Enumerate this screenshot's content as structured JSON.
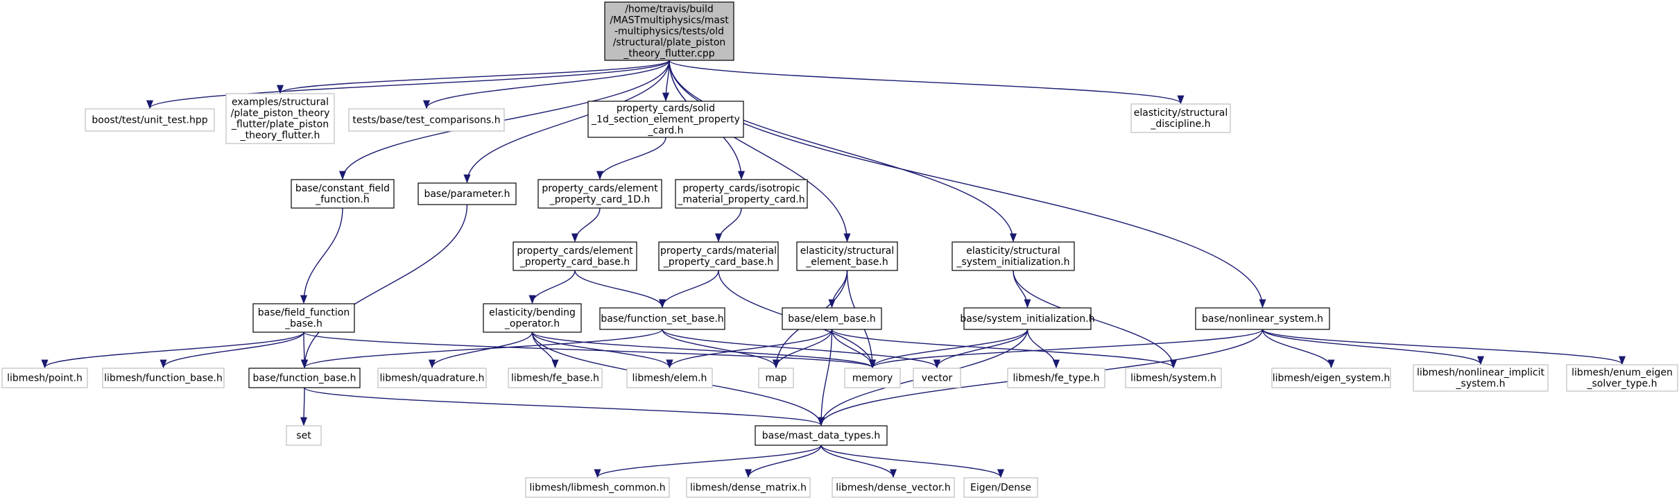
{
  "colors": {
    "edge": "#191970",
    "root_fill": "#bfbfbf",
    "box_border": "#000000",
    "leaf_border": "#bfbfbf",
    "text": "#000000",
    "background": "#ffffff"
  },
  "nodes": [
    {
      "id": "root",
      "kind": "root",
      "lines": [
        "/home/travis/build",
        "/MASTmultiphysics/mast",
        "-multiphysics/tests/old",
        "/structural/plate_piston",
        "_theory_flutter.cpp"
      ]
    },
    {
      "id": "boost_unit_test",
      "kind": "leaf",
      "lines": [
        "boost/test/unit_test.hpp"
      ]
    },
    {
      "id": "examples_plate",
      "kind": "leaf",
      "lines": [
        "examples/structural",
        "/plate_piston_theory",
        "_flutter/plate_piston",
        "_theory_flutter.h"
      ]
    },
    {
      "id": "test_comparisons",
      "kind": "leaf",
      "lines": [
        "tests/base/test_comparisons.h"
      ]
    },
    {
      "id": "solid_1d_section",
      "kind": "box",
      "lines": [
        "property_cards/solid",
        "_1d_section_element_property",
        "_card.h"
      ]
    },
    {
      "id": "structural_discipline",
      "kind": "leaf",
      "lines": [
        "elasticity/structural",
        "_discipline.h"
      ]
    },
    {
      "id": "constant_field_function",
      "kind": "box",
      "lines": [
        "base/constant_field",
        "_function.h"
      ]
    },
    {
      "id": "parameter",
      "kind": "box",
      "lines": [
        "base/parameter.h"
      ]
    },
    {
      "id": "element_property_card_1d",
      "kind": "box",
      "lines": [
        "property_cards/element",
        "_property_card_1D.h"
      ]
    },
    {
      "id": "isotropic_material",
      "kind": "box",
      "lines": [
        "property_cards/isotropic",
        "_material_property_card.h"
      ]
    },
    {
      "id": "element_property_card_base",
      "kind": "box",
      "lines": [
        "property_cards/element",
        "_property_card_base.h"
      ]
    },
    {
      "id": "material_property_card_base",
      "kind": "box",
      "lines": [
        "property_cards/material",
        "_property_card_base.h"
      ]
    },
    {
      "id": "structural_element_base",
      "kind": "box",
      "lines": [
        "elasticity/structural",
        "_element_base.h"
      ]
    },
    {
      "id": "structural_system_init",
      "kind": "box",
      "lines": [
        "elasticity/structural",
        "_system_initialization.h"
      ]
    },
    {
      "id": "field_function_base",
      "kind": "box",
      "lines": [
        "base/field_function",
        "_base.h"
      ]
    },
    {
      "id": "bending_operator",
      "kind": "box",
      "lines": [
        "elasticity/bending",
        "_operator.h"
      ]
    },
    {
      "id": "function_set_base",
      "kind": "box",
      "lines": [
        "base/function_set_base.h"
      ]
    },
    {
      "id": "elem_base",
      "kind": "box",
      "lines": [
        "base/elem_base.h"
      ]
    },
    {
      "id": "system_initialization",
      "kind": "box",
      "lines": [
        "base/system_initialization.h"
      ]
    },
    {
      "id": "nonlinear_system",
      "kind": "box",
      "lines": [
        "base/nonlinear_system.h"
      ]
    },
    {
      "id": "libmesh_point",
      "kind": "leaf",
      "lines": [
        "libmesh/point.h"
      ]
    },
    {
      "id": "libmesh_function_base",
      "kind": "leaf",
      "lines": [
        "libmesh/function_base.h"
      ]
    },
    {
      "id": "function_base",
      "kind": "box",
      "lines": [
        "base/function_base.h"
      ]
    },
    {
      "id": "libmesh_quadrature",
      "kind": "leaf",
      "lines": [
        "libmesh/quadrature.h"
      ]
    },
    {
      "id": "libmesh_fe_base",
      "kind": "leaf",
      "lines": [
        "libmesh/fe_base.h"
      ]
    },
    {
      "id": "libmesh_elem",
      "kind": "leaf",
      "lines": [
        "libmesh/elem.h"
      ]
    },
    {
      "id": "map",
      "kind": "leaf",
      "lines": [
        "map"
      ]
    },
    {
      "id": "memory",
      "kind": "leaf",
      "lines": [
        "memory"
      ]
    },
    {
      "id": "vector",
      "kind": "leaf",
      "lines": [
        "vector"
      ]
    },
    {
      "id": "libmesh_fe_type",
      "kind": "leaf",
      "lines": [
        "libmesh/fe_type.h"
      ]
    },
    {
      "id": "libmesh_system",
      "kind": "leaf",
      "lines": [
        "libmesh/system.h"
      ]
    },
    {
      "id": "libmesh_eigen_system",
      "kind": "leaf",
      "lines": [
        "libmesh/eigen_system.h"
      ]
    },
    {
      "id": "libmesh_nonlinear_implicit",
      "kind": "leaf",
      "lines": [
        "libmesh/nonlinear_implicit",
        "_system.h"
      ]
    },
    {
      "id": "libmesh_enum_eigen",
      "kind": "leaf",
      "lines": [
        "libmesh/enum_eigen",
        "_solver_type.h"
      ]
    },
    {
      "id": "set",
      "kind": "leaf",
      "lines": [
        "set"
      ]
    },
    {
      "id": "mast_data_types",
      "kind": "box",
      "lines": [
        "base/mast_data_types.h"
      ]
    },
    {
      "id": "libmesh_common",
      "kind": "leaf",
      "lines": [
        "libmesh/libmesh_common.h"
      ]
    },
    {
      "id": "libmesh_dense_matrix",
      "kind": "leaf",
      "lines": [
        "libmesh/dense_matrix.h"
      ]
    },
    {
      "id": "libmesh_dense_vector",
      "kind": "leaf",
      "lines": [
        "libmesh/dense_vector.h"
      ]
    },
    {
      "id": "eigen_dense",
      "kind": "leaf",
      "lines": [
        "Eigen/Dense"
      ]
    }
  ],
  "edges": [
    [
      "root",
      "boost_unit_test"
    ],
    [
      "root",
      "examples_plate"
    ],
    [
      "root",
      "test_comparisons"
    ],
    [
      "root",
      "solid_1d_section"
    ],
    [
      "root",
      "structural_discipline"
    ],
    [
      "root",
      "constant_field_function"
    ],
    [
      "root",
      "parameter"
    ],
    [
      "root",
      "structural_element_base"
    ],
    [
      "root",
      "structural_system_init"
    ],
    [
      "root",
      "nonlinear_system"
    ],
    [
      "root",
      "isotropic_material"
    ],
    [
      "solid_1d_section",
      "element_property_card_1d"
    ],
    [
      "element_property_card_1d",
      "element_property_card_base"
    ],
    [
      "element_property_card_base",
      "bending_operator"
    ],
    [
      "element_property_card_base",
      "function_set_base"
    ],
    [
      "isotropic_material",
      "material_property_card_base"
    ],
    [
      "material_property_card_base",
      "function_set_base"
    ],
    [
      "material_property_card_base",
      "memory"
    ],
    [
      "constant_field_function",
      "field_function_base"
    ],
    [
      "parameter",
      "function_base"
    ],
    [
      "field_function_base",
      "libmesh_point"
    ],
    [
      "field_function_base",
      "libmesh_function_base"
    ],
    [
      "field_function_base",
      "function_base"
    ],
    [
      "field_function_base",
      "memory"
    ],
    [
      "bending_operator",
      "libmesh_quadrature"
    ],
    [
      "bending_operator",
      "libmesh_fe_base"
    ],
    [
      "bending_operator",
      "libmesh_elem"
    ],
    [
      "bending_operator",
      "memory"
    ],
    [
      "bending_operator",
      "mast_data_types"
    ],
    [
      "function_set_base",
      "function_base"
    ],
    [
      "function_set_base",
      "map"
    ],
    [
      "function_set_base",
      "vector"
    ],
    [
      "structural_element_base",
      "elem_base"
    ],
    [
      "structural_element_base",
      "map"
    ],
    [
      "structural_element_base",
      "memory"
    ],
    [
      "elem_base",
      "libmesh_elem"
    ],
    [
      "elem_base",
      "map"
    ],
    [
      "elem_base",
      "memory"
    ],
    [
      "elem_base",
      "libmesh_system"
    ],
    [
      "elem_base",
      "mast_data_types"
    ],
    [
      "structural_system_init",
      "system_initialization"
    ],
    [
      "structural_system_init",
      "libmesh_system"
    ],
    [
      "system_initialization",
      "memory"
    ],
    [
      "system_initialization",
      "vector"
    ],
    [
      "system_initialization",
      "libmesh_fe_type"
    ],
    [
      "system_initialization",
      "mast_data_types"
    ],
    [
      "nonlinear_system",
      "memory"
    ],
    [
      "nonlinear_system",
      "libmesh_eigen_system"
    ],
    [
      "nonlinear_system",
      "libmesh_nonlinear_implicit"
    ],
    [
      "nonlinear_system",
      "libmesh_enum_eigen"
    ],
    [
      "nonlinear_system",
      "mast_data_types"
    ],
    [
      "function_base",
      "set"
    ],
    [
      "function_base",
      "mast_data_types"
    ],
    [
      "mast_data_types",
      "libmesh_common"
    ],
    [
      "mast_data_types",
      "libmesh_dense_matrix"
    ],
    [
      "mast_data_types",
      "libmesh_dense_vector"
    ],
    [
      "mast_data_types",
      "eigen_dense"
    ]
  ]
}
